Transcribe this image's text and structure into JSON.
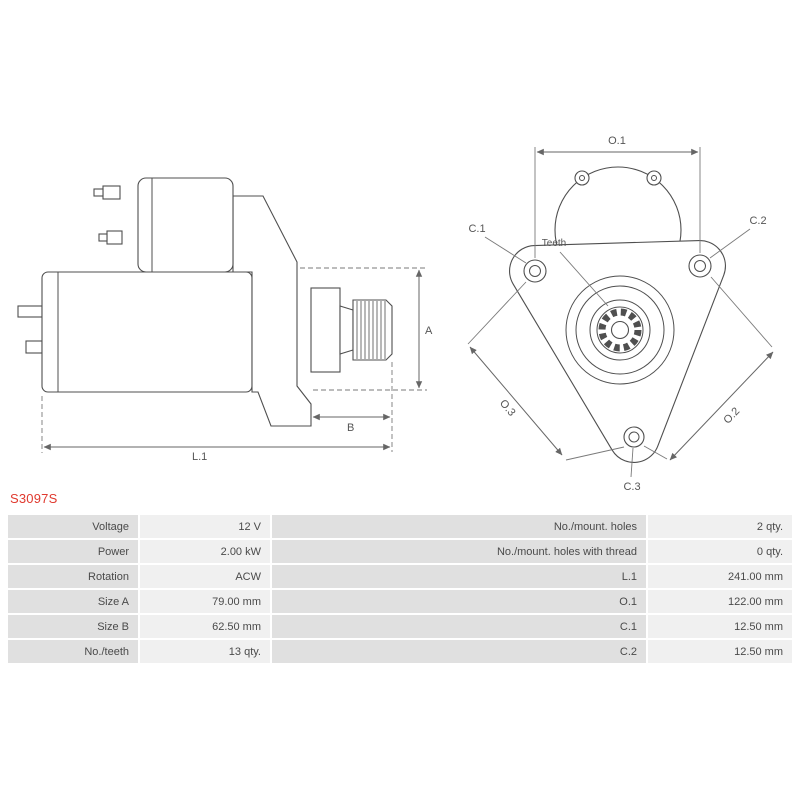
{
  "page": {
    "part_number": "S3097S"
  },
  "colors": {
    "part_number": "#e0392e",
    "drawing_stroke": "#4f4f4f",
    "dimension_text": "#555555",
    "table_label_bg": "#e0e0e0",
    "table_value_bg": "#f0f0f0",
    "table_text": "#4a4a4a"
  },
  "diagram": {
    "side_view": {
      "labels": {
        "a": "A",
        "b": "B",
        "l1": "L.1"
      }
    },
    "front_view": {
      "labels": {
        "o1": "O.1",
        "o2": "O.2",
        "o3": "O.3",
        "c1": "C.1",
        "c2": "C.2",
        "c3": "C.3",
        "teeth": "Teeth"
      }
    }
  },
  "table": {
    "left": [
      {
        "label": "Voltage",
        "value": "12 V"
      },
      {
        "label": "Power",
        "value": "2.00 kW"
      },
      {
        "label": "Rotation",
        "value": "ACW"
      },
      {
        "label": "Size A",
        "value": "79.00 mm"
      },
      {
        "label": "Size B",
        "value": "62.50 mm"
      },
      {
        "label": "No./teeth",
        "value": "13 qty."
      }
    ],
    "right": [
      {
        "label": "No./mount. holes",
        "value": "2 qty."
      },
      {
        "label": "No./mount. holes with thread",
        "value": "0 qty."
      },
      {
        "label": "L.1",
        "value": "241.00 mm"
      },
      {
        "label": "O.1",
        "value": "122.00 mm"
      },
      {
        "label": "C.1",
        "value": "12.50 mm"
      },
      {
        "label": "C.2",
        "value": "12.50 mm"
      }
    ]
  }
}
